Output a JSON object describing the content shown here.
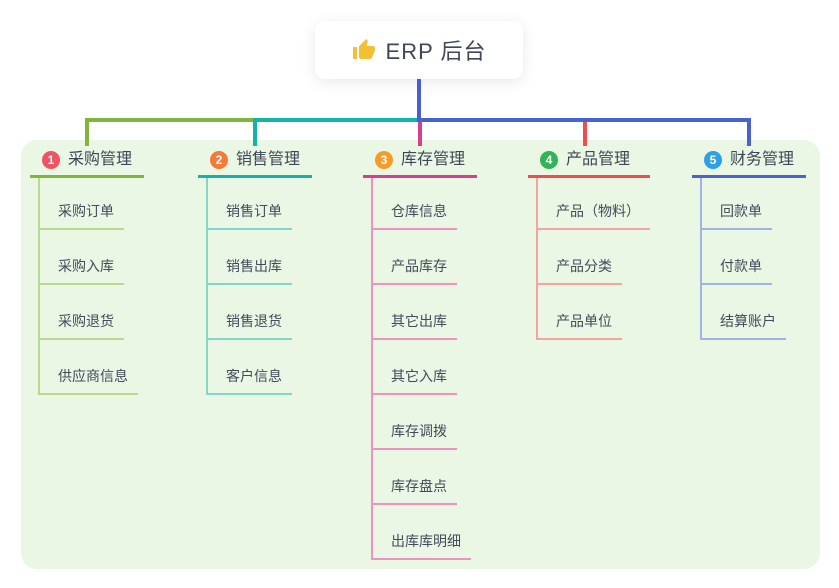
{
  "root": {
    "title": "ERP 后台",
    "icon": "thumbs-up"
  },
  "branches": [
    {
      "number": "1",
      "label": "采购管理",
      "line_color": "#80b63c",
      "item_line_color": "#b8da8e",
      "badge_color": "#ef5364",
      "items": [
        "采购订单",
        "采购入库",
        "采购退货",
        "供应商信息"
      ]
    },
    {
      "number": "2",
      "label": "销售管理",
      "line_color": "#14b3a7",
      "item_line_color": "#83d6c9",
      "badge_color": "#f57a38",
      "items": [
        "销售订单",
        "销售出库",
        "销售退货",
        "客户信息"
      ]
    },
    {
      "number": "3",
      "label": "库存管理",
      "line_color": "#d2408e",
      "item_line_color": "#ef92c0",
      "badge_color": "#f79b28",
      "items": [
        "仓库信息",
        "产品库存",
        "其它出库",
        "其它入库",
        "库存调拨",
        "库存盘点",
        "出库库明细"
      ]
    },
    {
      "number": "4",
      "label": "产品管理",
      "line_color": "#ee4f4c",
      "item_line_color": "#f4a3a1",
      "badge_color": "#2fb558",
      "items": [
        "产品（物料）",
        "产品分类",
        "产品单位"
      ]
    },
    {
      "number": "5",
      "label": "财务管理",
      "line_color": "#4663cf",
      "item_line_color": "#9fb3e8",
      "badge_color": "#2d9fe8",
      "items": [
        "回款单",
        "付款单",
        "结算账户"
      ]
    }
  ],
  "colors": {
    "panel_bg": "#eaf7e5",
    "trunk": "#4a60d0",
    "icon_color": "#f2c032",
    "node_text": "#3d4757",
    "item_text": "#414b5a"
  }
}
